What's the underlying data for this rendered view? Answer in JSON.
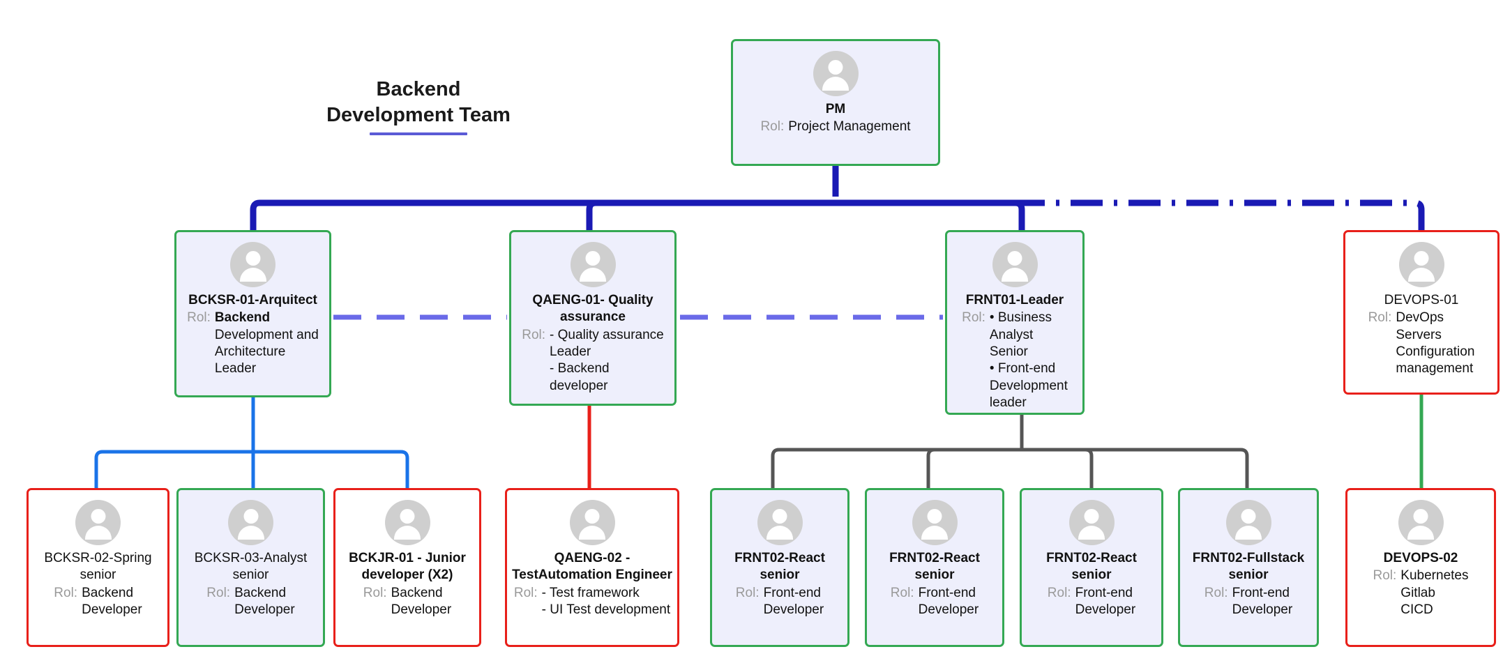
{
  "title": {
    "line1": "Backend",
    "line2": "Development Team",
    "underline_color": "#5b5bd6"
  },
  "palette": {
    "green_border": "#34a853",
    "red_border": "#e8201a",
    "card_fill_lavender": "#eeeffc",
    "card_fill_white": "#ffffff",
    "avatar_gray": "#cfcfcf",
    "role_label_gray": "#9a9a9a",
    "wire_navy": "#1a1ab4",
    "wire_periwinkle": "#6a6ae8",
    "wire_blue": "#1a73e8",
    "wire_red": "#e8201a",
    "wire_gray": "#555555",
    "wire_green": "#34a853"
  },
  "role_label": "Rol:",
  "nodes": {
    "pm": {
      "name": "PM",
      "role": "Project Management"
    },
    "bcksr01": {
      "name": "BCKSR-01-Arquitect",
      "role_bold": "Backend",
      "role": "Development and\nArchitecture\nLeader"
    },
    "qaeng01": {
      "name": "QAENG-01- Quality\nassurance",
      "role": "- Quality assurance\nLeader\n - Backend\ndeveloper"
    },
    "frnt01": {
      "name": "FRNT01-Leader",
      "role": "• Business\nAnalyst\nSenior\n• Front-end\nDevelopment\nleader"
    },
    "devops01": {
      "name": "DEVOPS-01",
      "role": "DevOps\nServers\nConfiguration\nmanagement"
    },
    "bcksr02": {
      "name": "BCKSR-02-Spring\nsenior",
      "role": "Backend\nDeveloper"
    },
    "bcksr03": {
      "name": "BCKSR-03-Analyst\nsenior",
      "role": "Backend\nDeveloper"
    },
    "bckjr01": {
      "name": "BCKJR-01 - Junior\ndeveloper (X2)",
      "role": "Backend\nDeveloper"
    },
    "qaeng02": {
      "name": "QAENG-02 -\nTestAutomation Engineer",
      "role": "- Test framework\n - UI Test development"
    },
    "frnt02a": {
      "name": "FRNT02-React\nsenior",
      "role": "Front-end\nDeveloper"
    },
    "frnt02b": {
      "name": "FRNT02-React\nsenior",
      "role": "Front-end\nDeveloper"
    },
    "frnt02c": {
      "name": "FRNT02-React\nsenior",
      "role": "Front-end\nDeveloper"
    },
    "frnt02d": {
      "name": "FRNT02-Fullstack\nsenior",
      "role": "Front-end\nDeveloper"
    },
    "devops02": {
      "name": "DEVOPS-02",
      "role": "Kubernetes\nGitlab\nCICD"
    }
  }
}
